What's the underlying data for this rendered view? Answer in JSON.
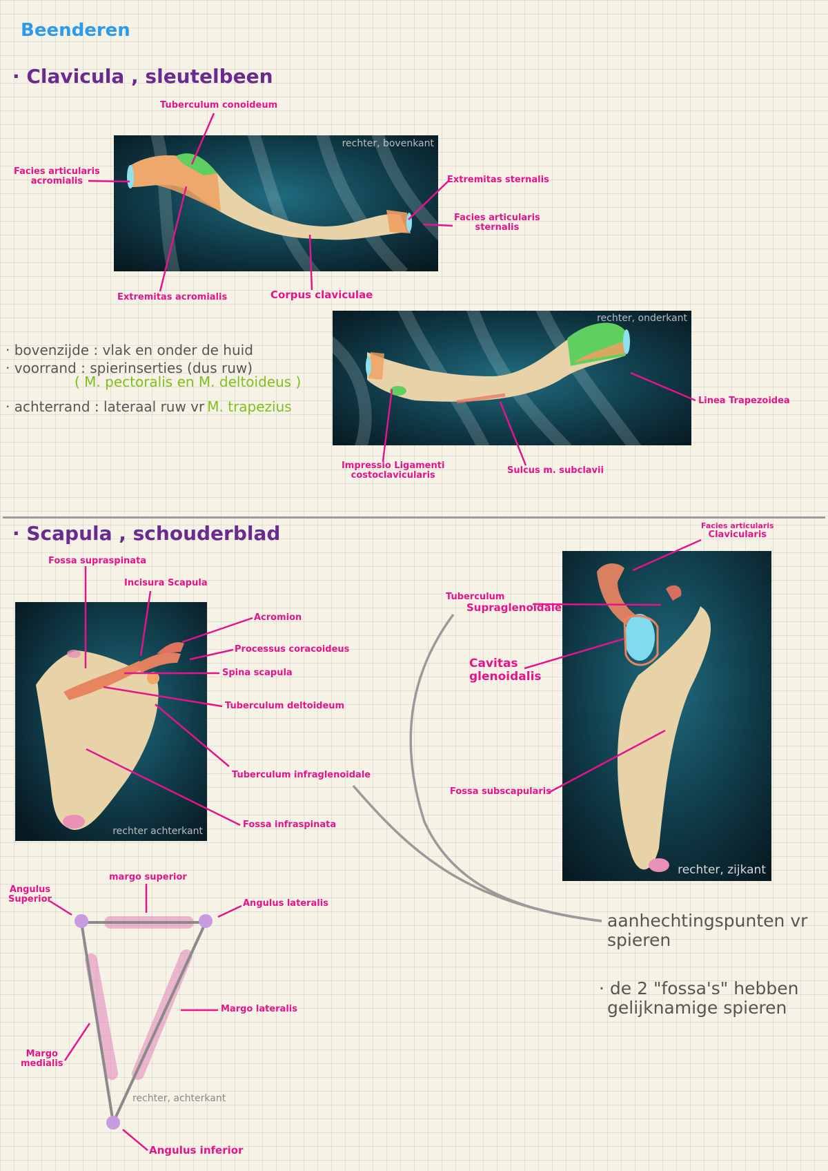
{
  "title": "Beenderen",
  "clavicula": {
    "heading": "· Clavicula , sleutelbeen",
    "photo1_caption": "rechter, bovenkant",
    "photo2_caption": "rechter, onderkant",
    "labels": {
      "tuberculum_conoideum": "Tuberculum conoideum",
      "facies_acromialis": [
        "Facies articularis",
        "acromialis"
      ],
      "extremitas_sternalis": "Extremitas sternalis",
      "facies_sternalis": [
        "Facies articularis",
        "sternalis"
      ],
      "extremitas_acromialis": "Extremitas acromialis",
      "corpus": "Corpus claviculae",
      "linea_trapezoidea": "Linea Trapezoidea",
      "impressio": [
        "Impressio Ligamenti",
        "costoclavicularis"
      ],
      "sulcus": "Sulcus m. subclavii"
    },
    "notes": {
      "line1": "· bovenzijde : vlak en onder de huid",
      "line2": "· voorrand : spierinserties (dus ruw)",
      "line2_green": "( M. pectoralis en M. deltoideus )",
      "line3_grey": "· achterrand : lateraal ruw vr",
      "line3_green": "M. trapezius"
    }
  },
  "scapula": {
    "heading": "· Scapula , schouderblad",
    "photo1_caption": "rechter achterkant",
    "photo2_caption": "rechter, zijkant",
    "labels": {
      "fossa_supraspinata": "Fossa supraspinata",
      "incisura": "Incisura Scapula",
      "acromion": "Acromion",
      "processus_coracoideus": "Processus coracoideus",
      "spina": "Spina scapula",
      "tuberculum_deltoideum": "Tuberculum deltoideum",
      "tuberculum_infraglenoidale": "Tuberculum infraglenoidale",
      "fossa_infraspinata": "Fossa infraspinata",
      "facies_clavicularis": [
        "Facies articularis",
        "Clavicularis"
      ],
      "tuberculum_supraglenoidale": [
        "Tuberculum",
        "Supraglenoidale"
      ],
      "cavitas": [
        "Cavitas",
        "glenoidalis"
      ],
      "fossa_subscapularis": "Fossa subscapularis"
    },
    "notes": {
      "aanhechting_1": "aanhechtingspunten vr",
      "aanhechting_2": "spieren",
      "fossa_1": "· de 2 \"fossa's\" hebben",
      "fossa_2": "gelijknamige spieren"
    },
    "diagram": {
      "margo_superior": "margo superior",
      "angulus_superior": [
        "Angulus",
        "Superior"
      ],
      "angulus_lateralis": "Angulus lateralis",
      "margo_lateralis": "Margo lateralis",
      "margo_medialis": [
        "Margo",
        "medialis"
      ],
      "caption": "rechter, achterkant",
      "angulus_inferior": "Angulus inferior"
    }
  },
  "colors": {
    "accent_pink": "#e4148c",
    "heading_purple": "#6b2a8f",
    "title_blue": "#2e9bea",
    "note_green": "#7fbf1c"
  }
}
